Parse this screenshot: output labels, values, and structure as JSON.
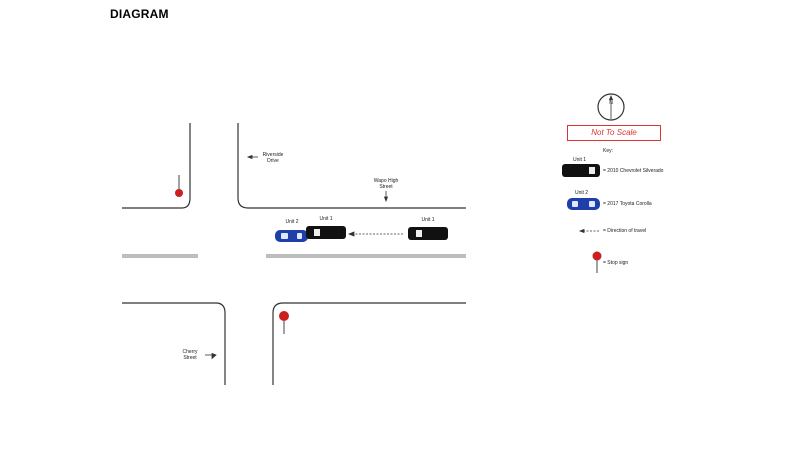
{
  "header": {
    "title": "DIAGRAM"
  },
  "roads": {
    "riverside": "Riverside\nDrive",
    "main_street": "Wapo High\nStreet",
    "cherry": "Cherry\nStreet"
  },
  "vehicles": {
    "unit2_label": "Unit 2",
    "unit1_label_a": "Unit 1",
    "unit1_label_b": "Unit 1"
  },
  "legend": {
    "north_symbol": "N",
    "scale_note": "Not To Scale",
    "key_title": "Key:",
    "unit1_tag": "Unit 1",
    "unit1_desc": "= 2010 Chevrolet Silverado",
    "unit2_tag": "Unit 2",
    "unit2_desc": "= 2017 Toyota Corolla",
    "direction_desc": "= Direction of travel",
    "stop_desc": "= Stop sign"
  },
  "colors": {
    "unit1": "#111111",
    "unit2": "#1f3fa8",
    "stop_sign": "#cc1f1f",
    "scale_border": "#dd3333"
  }
}
